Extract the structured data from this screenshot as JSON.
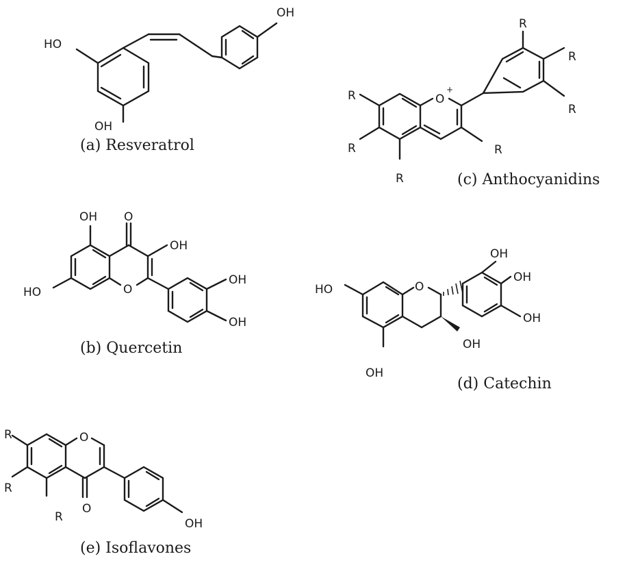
{
  "molecules": [
    {
      "id": "a",
      "caption": "(a) Resveratrol"
    },
    {
      "id": "b",
      "caption": "(b) Quercetin"
    },
    {
      "id": "c",
      "caption": "(c) Anthocyanidins"
    },
    {
      "id": "d",
      "caption": "(d) Catechin"
    },
    {
      "id": "e",
      "caption": "(e) Isoflavones"
    }
  ],
  "atom_labels": {
    "OH": "OH",
    "HO": "HO",
    "O": "O",
    "O_plus": "O",
    "plus": "+",
    "R": "R"
  }
}
